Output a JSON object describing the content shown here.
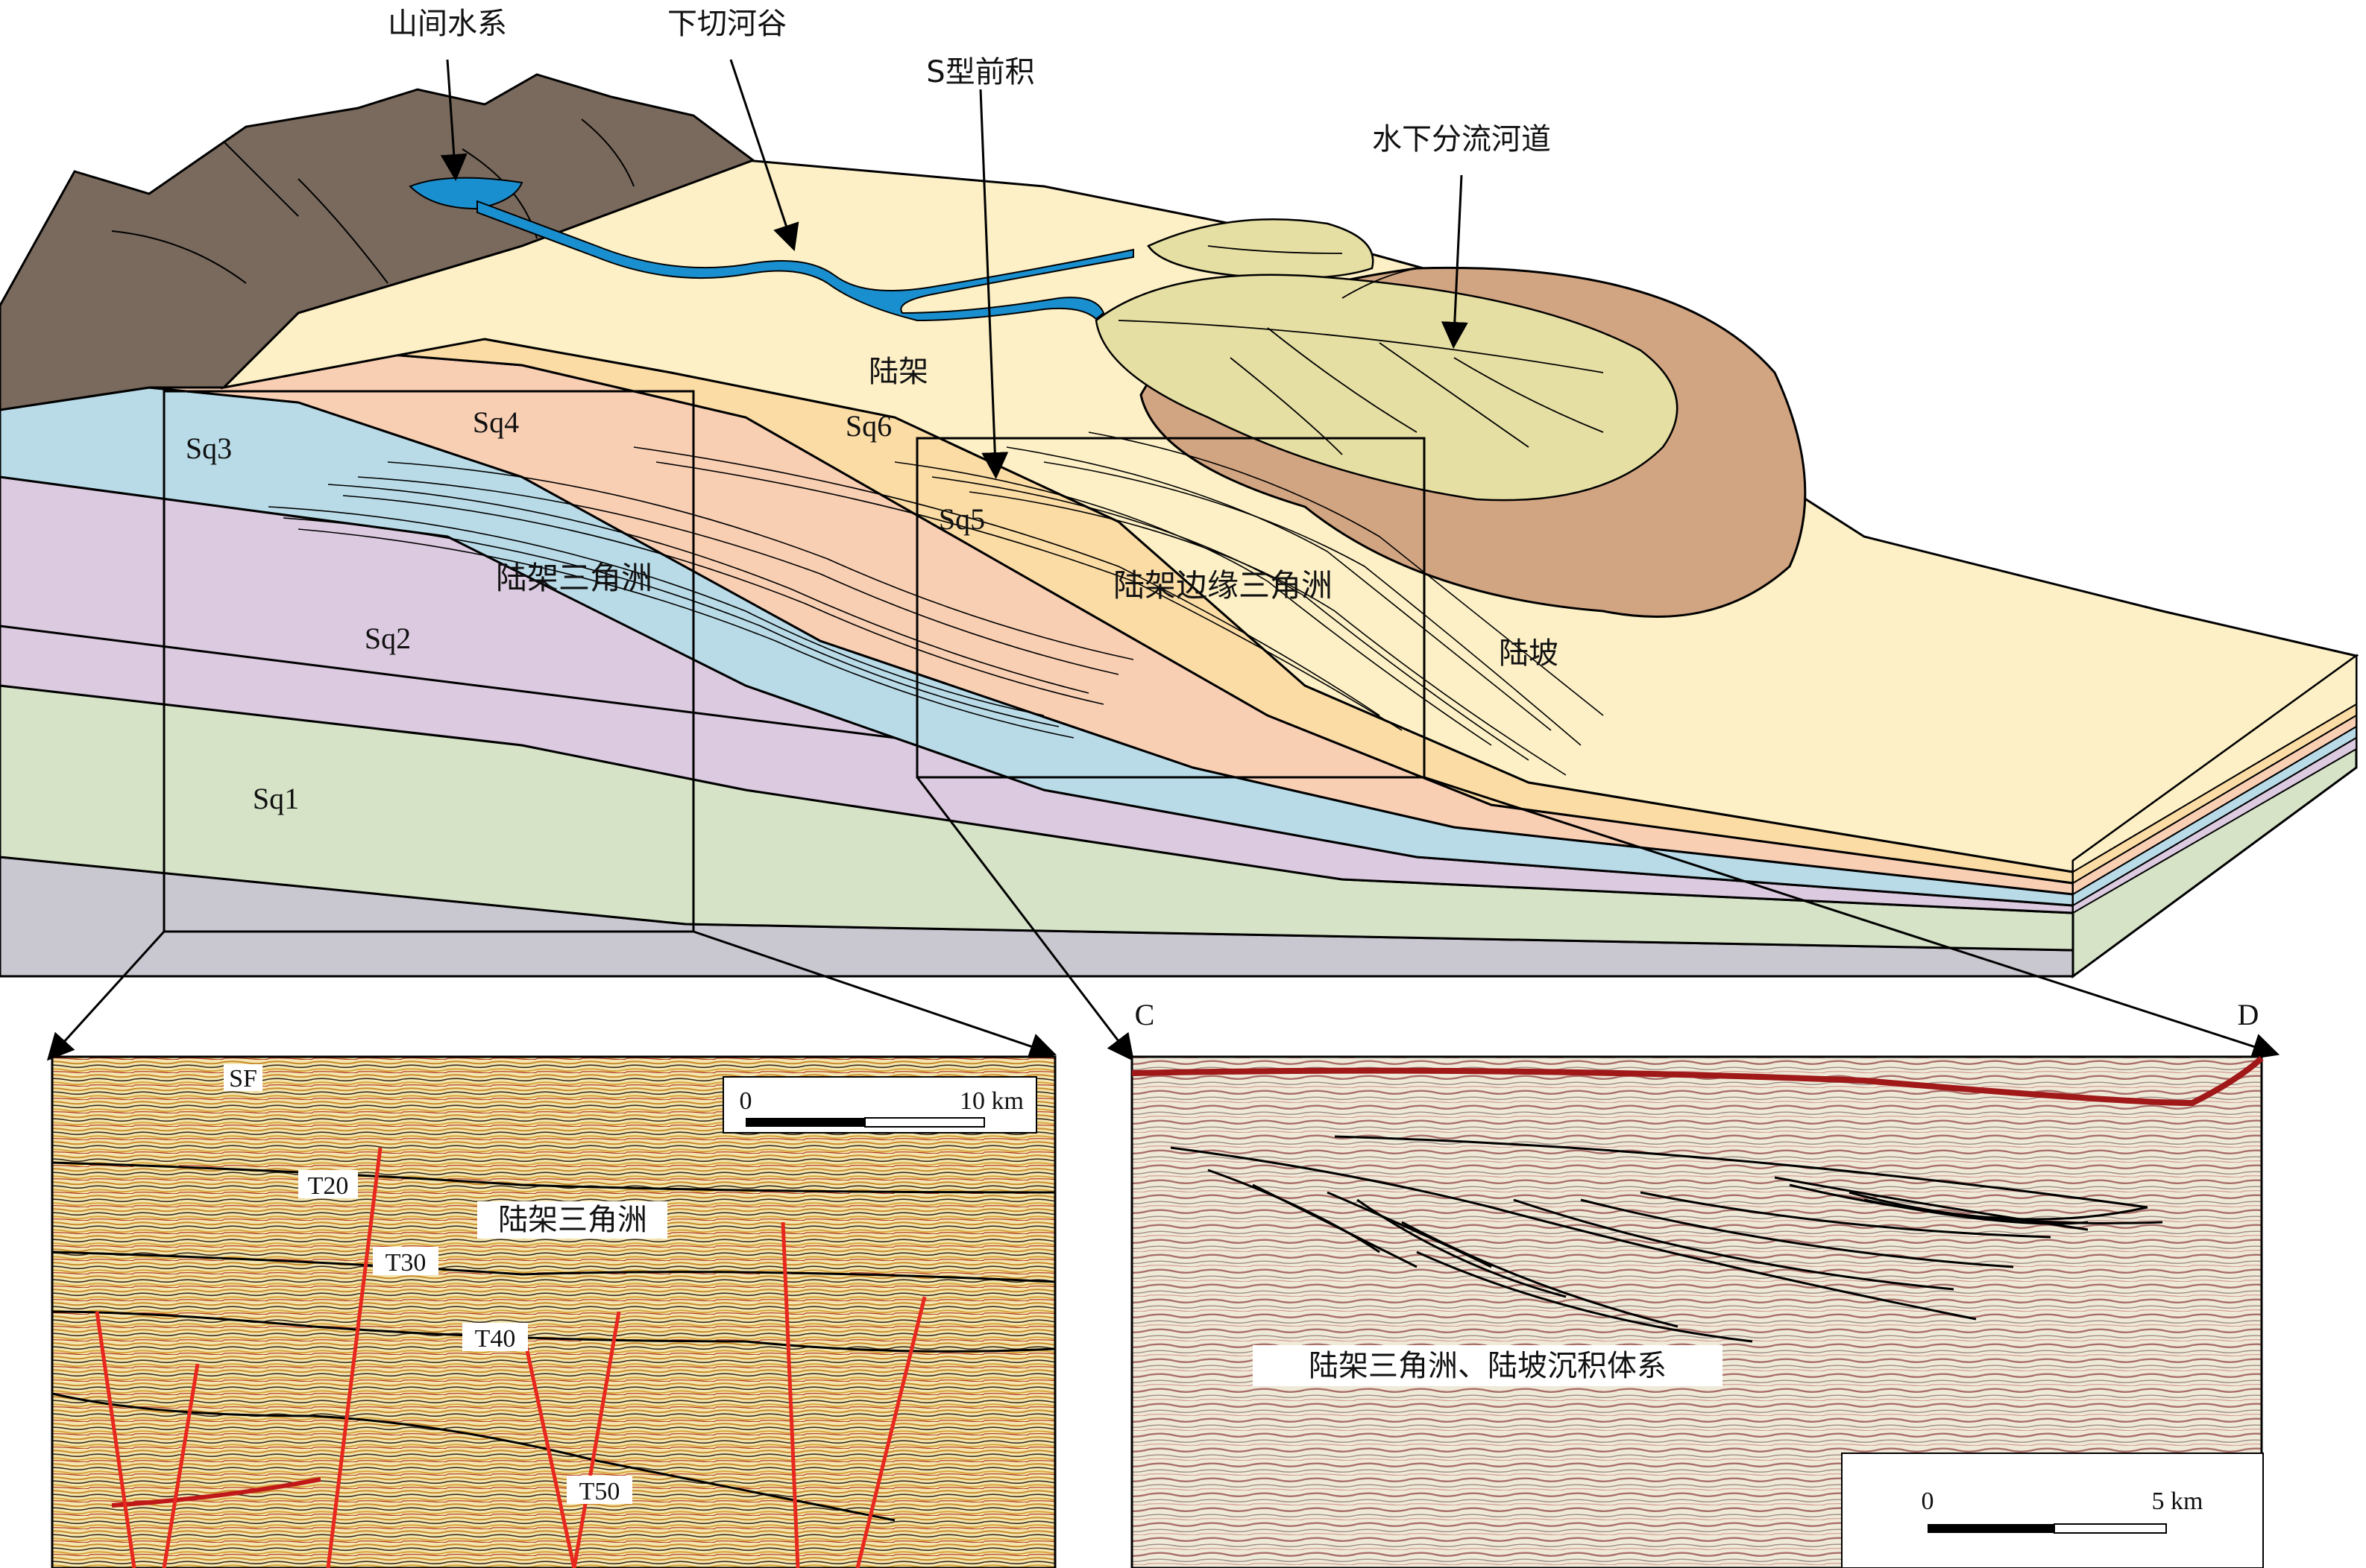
{
  "callouts": {
    "mountain_drainage": "山间水系",
    "incised_valley": "下切河谷",
    "s_progradation": "S型前积",
    "subaqueous_channel": "水下分流河道"
  },
  "block": {
    "shelf": "陆架",
    "slope": "陆坡",
    "shelf_delta": "陆架三角洲",
    "shelf_margin_delta": "陆架边缘三角洲",
    "sequences": [
      "Sq1",
      "Sq2",
      "Sq3",
      "Sq4",
      "Sq5",
      "Sq6"
    ]
  },
  "seismic_left": {
    "horizons": [
      "SF",
      "T20",
      "T30",
      "T40",
      "T50"
    ],
    "label": "陆架三角洲",
    "scale": {
      "zero": "0",
      "end": "10 km"
    }
  },
  "seismic_right": {
    "end_left": "C",
    "end_right": "D",
    "label": "陆架三角洲、陆坡沉积体系",
    "scale": {
      "zero": "0",
      "end": "5 km"
    }
  },
  "colors": {
    "mountain": "#7a6a5d",
    "water": "#1a8fd0",
    "shelf_top": "#fdf0c6",
    "sq1": "#d6e3c7",
    "sq2": "#dccae0",
    "sq3": "#b9dbe8",
    "sq4": "#f9cfb4",
    "sq5": "#fbdca5",
    "delta_lobe": "#e6dfa3",
    "prodelta": "#d2a582",
    "basement": "#c9c8d0",
    "fault": "#e8281e"
  }
}
